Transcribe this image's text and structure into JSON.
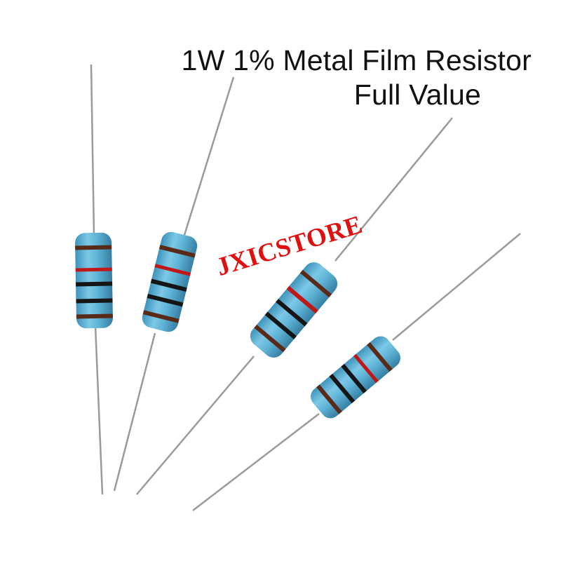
{
  "title": {
    "line1": "1W 1% Metal Film Resistor",
    "line2": "Full Value"
  },
  "watermark": "JXICSTORE",
  "colors": {
    "body": "#5fb3d6",
    "body_shade": "#3f93bb",
    "lead": "#9a9a9a",
    "band_red": "#c01818",
    "band_black": "#151515",
    "band_brown": "#5a2a18",
    "watermark": "#e01010"
  }
}
